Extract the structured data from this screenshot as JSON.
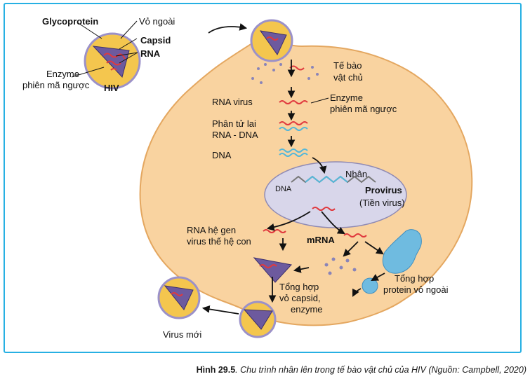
{
  "labels": {
    "glycoprotein": "Glycoprotein",
    "outer_shell": "Vỏ ngoài",
    "capsid": "Capsid",
    "rna": "RNA",
    "enzyme_left_1": "Enzyme",
    "enzyme_left_2": "phiên mã ngược",
    "hiv": "HIV",
    "host_cell_1": "Tế bào",
    "host_cell_2": "vật chủ",
    "rna_virus": "RNA virus",
    "enzyme_right_1": "Enzyme",
    "enzyme_right_2": "phiên mã ngược",
    "hybrid_1": "Phân tử lai",
    "hybrid_2": "RNA - DNA",
    "dna": "DNA",
    "nucleus": "Nhân",
    "dna_small": "DNA",
    "provirus_1": "Provirus",
    "provirus_2": "(Tiền virus)",
    "rna_gen_1": "RNA hệ gen",
    "rna_gen_2": "virus thế hệ con",
    "mrna": "mRNA",
    "synth_outer_1": "Tổng hợp",
    "synth_outer_2": "protein vỏ ngoài",
    "synth_capsid_1": "Tổng hợp",
    "synth_capsid_2": "vỏ capsid,",
    "synth_capsid_3": "enzyme",
    "new_virus": "Virus mới"
  },
  "caption": {
    "figure": "Hình 29.5",
    "text": ". Chu trình nhân lên trong tế bào vật  chủ của HIV  (Nguồn: Campbell, 2020)"
  },
  "colors": {
    "frame": "#27b0e3",
    "cell": "#f9d3a0",
    "cell_border": "#e4a760",
    "nucleus": "#d8d6ea",
    "virus_envelope": "#f4c64e",
    "capsid": "#6d5a9e",
    "rna": "#e0393e",
    "dna": "#55b7d8",
    "er": "#6fbbe0"
  }
}
